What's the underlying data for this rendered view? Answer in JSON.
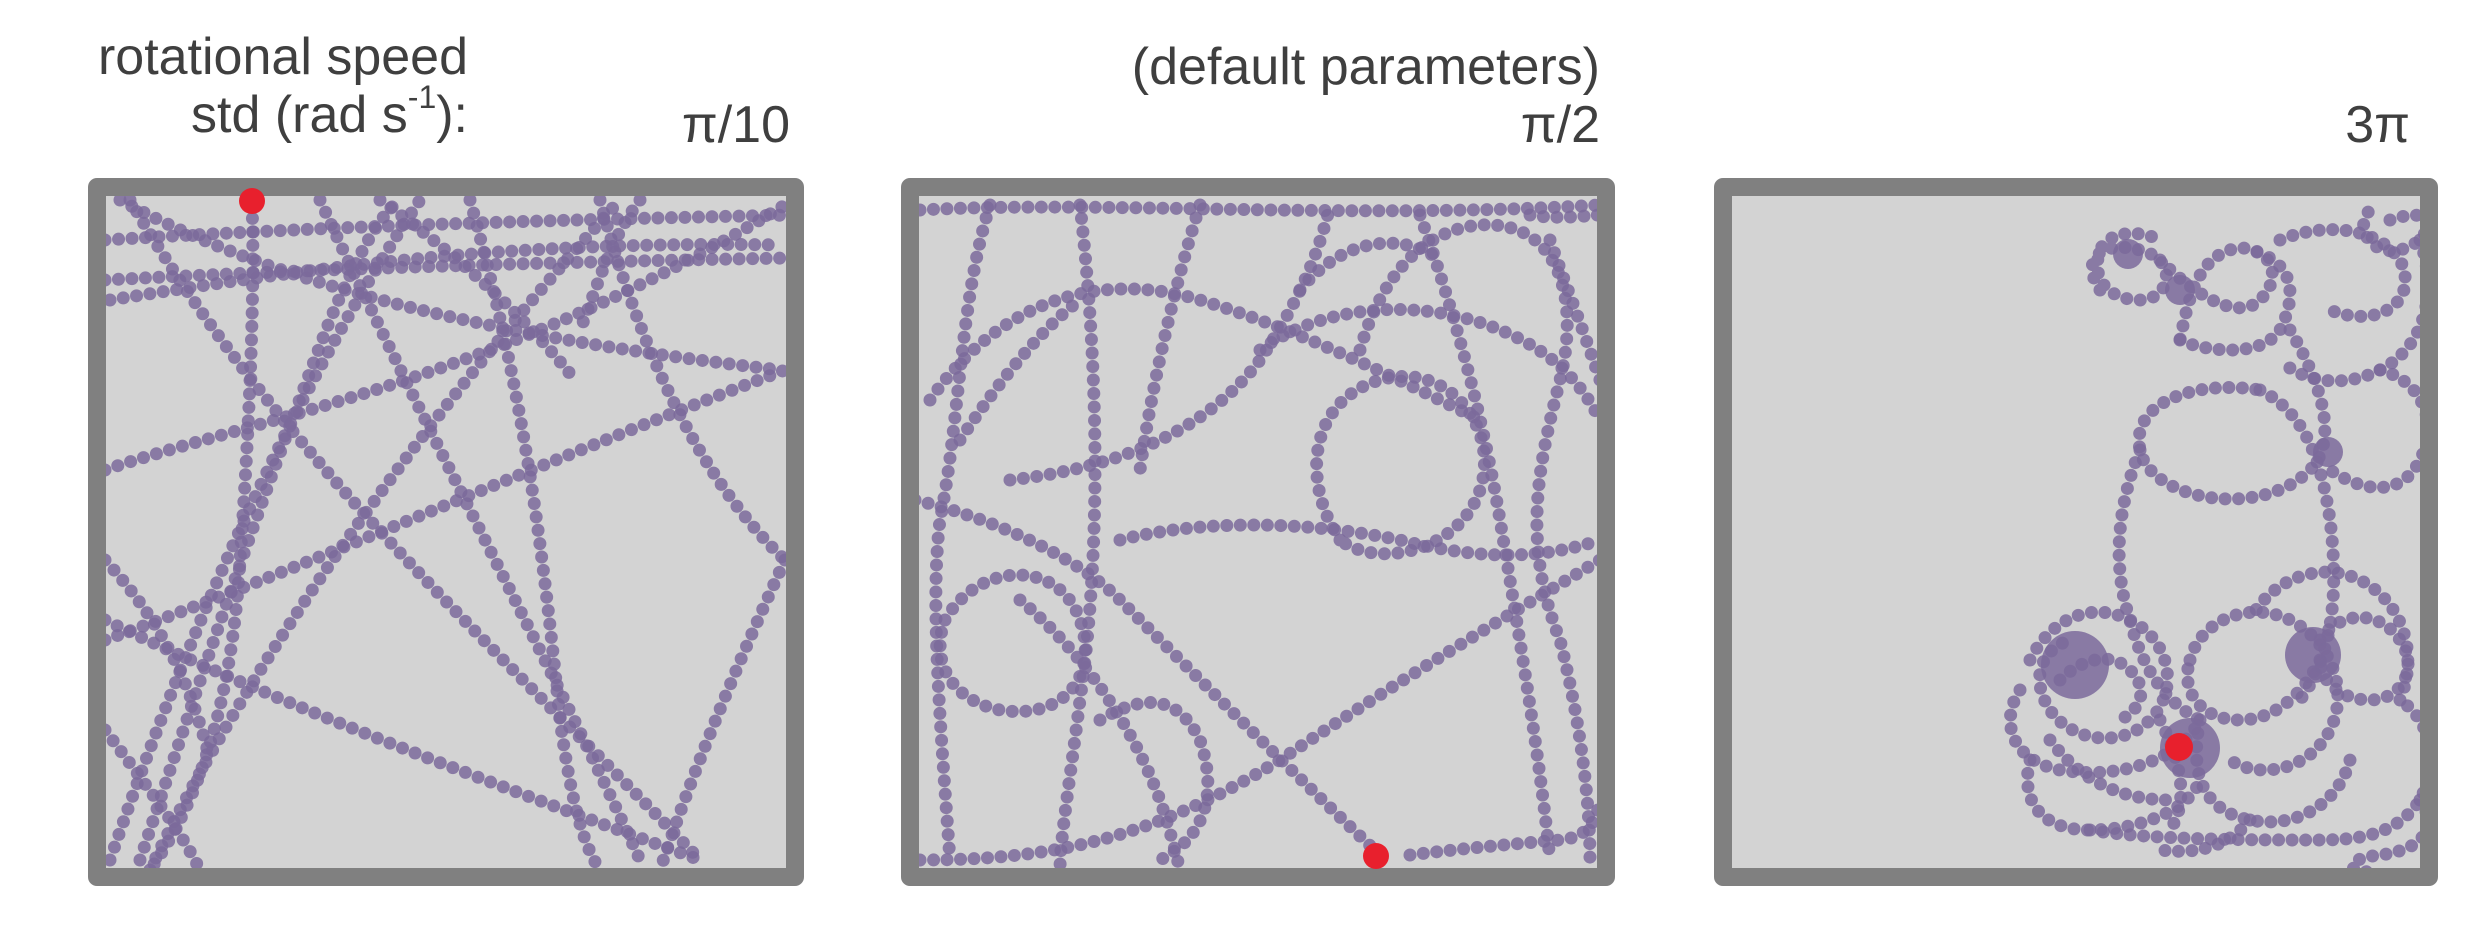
{
  "row_label": {
    "line1": "rotational speed",
    "line2_prefix": "std (rad s",
    "line2_exp": "-1",
    "line2_suffix": "):"
  },
  "panels": [
    {
      "title": "π/10",
      "subtitle": ""
    },
    {
      "title": "π/2",
      "subtitle": "(default parameters)"
    },
    {
      "title": "3π",
      "subtitle": ""
    }
  ],
  "colors": {
    "arena_floor": "#d3d3d3",
    "arena_wall": "#808080",
    "trajectory": "#7b6a9b",
    "start_marker": "#e8202d",
    "text": "#3f3f3f"
  }
}
